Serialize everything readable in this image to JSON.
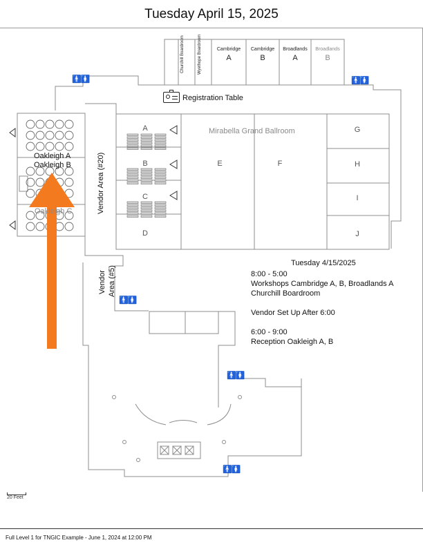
{
  "page": {
    "title": "Tuesday April 15, 2025",
    "footer": "Full Level 1 for TNGIC Example - June 1, 2024 at 12:00 PM",
    "scale_label": "20 Feet"
  },
  "rooms": {
    "churchill": "Churchill Boardroom",
    "wyethope": "Wyethope Boardroom",
    "cambridge_a": {
      "name": "Cambridge",
      "letter": "A"
    },
    "cambridge_b": {
      "name": "Cambridge",
      "letter": "B"
    },
    "broadlands_a": {
      "name": "Broadlands",
      "letter": "A"
    },
    "broadlands_b": {
      "name": "Broadlands",
      "letter": "B"
    },
    "registration": "Registration Table",
    "ballroom": "Mirabella Grand Ballroom",
    "ballroom_sections": [
      "A",
      "B",
      "C",
      "D",
      "E",
      "F",
      "G",
      "H",
      "I",
      "J"
    ],
    "oakleigh_a": "Oakleigh A",
    "oakleigh_b": "Oakleigh B",
    "oakleigh_c": "Oakleigh C",
    "vendor_20": "Vendor Area (#20)",
    "vendor_5_line1": "Vendor",
    "vendor_5_line2": "Area (#5)"
  },
  "schedule": {
    "title": "Tuesday 4/15/2025",
    "time1": "8:00 - 5:00",
    "event1_line1": "Workshops Cambridge A, B, Broadlands A",
    "event1_line2": "Churchill Boardroom",
    "event2": "Vendor Set Up After 6:00",
    "time3": "6:00 - 9:00",
    "event3": "Reception Oakleigh A, B"
  },
  "icons": {
    "restroom": "restroom-icon",
    "registration": "id-card-icon",
    "arrow": "arrow-up-icon"
  },
  "colors": {
    "arrow": "#F47A20",
    "walls": "#8c8c8c",
    "text": "#111111"
  }
}
